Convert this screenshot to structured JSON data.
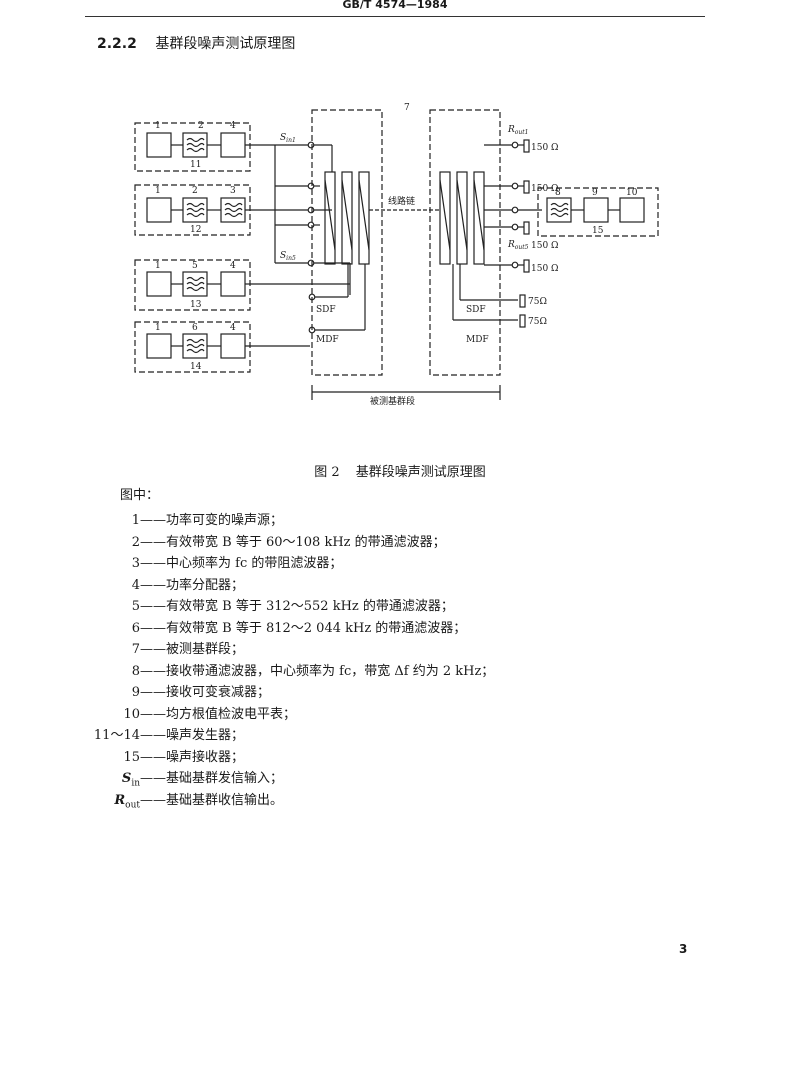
{
  "header": {
    "standard_no": "GB/T 4574—1984"
  },
  "section": {
    "number": "2.2.2",
    "title": "基群段噪声测试原理图"
  },
  "figure": {
    "caption_no": "图 2",
    "caption_title": "基群段噪声测试原理图",
    "labels": {
      "b7": "7",
      "sin1": "S",
      "sin1_sub": "in1",
      "sin5": "S",
      "sin5_sub": "in5",
      "rout1": "R",
      "rout1_sub": "out1",
      "rout5": "R",
      "rout5_sub": "out5",
      "r150": "150 Ω",
      "r75": "75Ω",
      "sdf": "SDF",
      "mdf": "MDF",
      "line_link": "线路链",
      "tested_segment": "被测基群段",
      "n1": "1",
      "n2": "2",
      "n3": "3",
      "n4": "4",
      "n5": "5",
      "n6": "6",
      "n8": "8",
      "n9": "9",
      "n10": "10",
      "n11": "11",
      "n12": "12",
      "n13": "13",
      "n14": "14",
      "n15": "15"
    }
  },
  "legend": {
    "intro": "图中：",
    "items": [
      {
        "key": "1",
        "text": "——功率可变的噪声源；"
      },
      {
        "key": "2",
        "text": "——有效带宽 B 等于 60～108 kHz 的带通滤波器；"
      },
      {
        "key": "3",
        "text": "——中心频率为 fc 的带阻滤波器；"
      },
      {
        "key": "4",
        "text": "——功率分配器；"
      },
      {
        "key": "5",
        "text": "——有效带宽 B 等于 312～552 kHz 的带通滤波器；"
      },
      {
        "key": "6",
        "text": "——有效带宽 B 等于 812～2 044 kHz 的带通滤波器；"
      },
      {
        "key": "7",
        "text": "——被测基群段；"
      },
      {
        "key": "8",
        "text": "——接收带通滤波器，中心频率为 fc，带宽 Δf 约为 2 kHz；"
      },
      {
        "key": "9",
        "text": "——接收可变衰减器；"
      },
      {
        "key": "10",
        "text": "——均方根值检波电平表；"
      },
      {
        "key": "11～14",
        "text": "——噪声发生器；"
      },
      {
        "key": "15",
        "text": "——噪声接收器；"
      },
      {
        "key": "S",
        "key_sub": "in",
        "text": "——基础基群发信输入；"
      },
      {
        "key": "R",
        "key_sub": "out",
        "text": "——基础基群收信输出。"
      }
    ]
  },
  "page_number": "3"
}
